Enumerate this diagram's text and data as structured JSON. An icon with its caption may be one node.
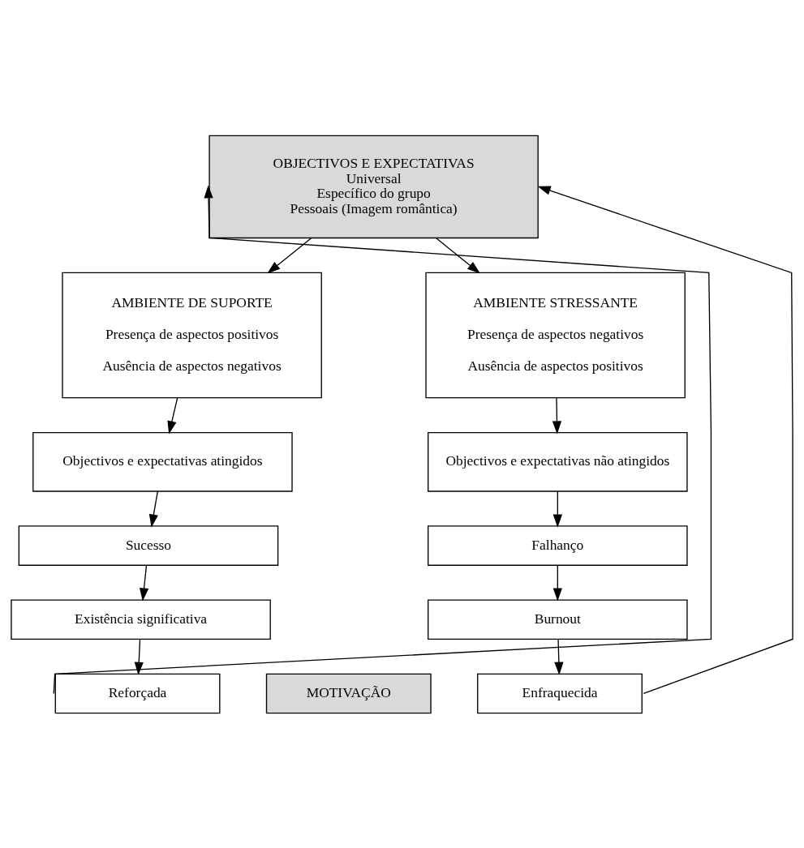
{
  "diagram": {
    "nodes": [
      {
        "text": [
          "OBJECTIVOS E EXPECTATIVAS",
          "Universal",
          "Específico do grupo",
          "Pessoais (Imagem romântica)"
        ]
      },
      {
        "text": [
          "AMBIENTE DE SUPORTE",
          "Presença de aspectos positivos",
          "Ausência de aspectos negativos"
        ]
      },
      {
        "text": [
          "AMBIENTE STRESSANTE",
          "Presença de aspectos negativos",
          "Ausência de aspectos positivos"
        ]
      },
      {
        "text": [
          "Objectivos e expectativas atingidos"
        ]
      },
      {
        "text": [
          "Objectivos e expectativas não atingidos"
        ]
      },
      {
        "text": [
          "Sucesso"
        ]
      },
      {
        "text": [
          "Falhanço"
        ]
      },
      {
        "text": [
          "Existência significativa"
        ]
      },
      {
        "text": [
          "Burnout"
        ]
      },
      {
        "text": [
          "Reforçada"
        ]
      },
      {
        "text": [
          "MOTIVAÇÃO"
        ]
      },
      {
        "text": [
          "Enfraquecida"
        ]
      }
    ],
    "edges": [
      {
        "from": 0,
        "to": 1,
        "arrow": "to"
      },
      {
        "from": 0,
        "to": 2,
        "arrow": "to"
      },
      {
        "from": 1,
        "to": 3,
        "arrow": "to"
      },
      {
        "from": 2,
        "to": 4,
        "arrow": "to"
      },
      {
        "from": 3,
        "to": 5,
        "arrow": "to"
      },
      {
        "from": 4,
        "to": 6,
        "arrow": "to"
      },
      {
        "from": 5,
        "to": 7,
        "arrow": "to"
      },
      {
        "from": 6,
        "to": 8,
        "arrow": "to"
      },
      {
        "from": 7,
        "to": 9,
        "arrow": "to"
      },
      {
        "from": 8,
        "to": 11,
        "arrow": "to"
      },
      {
        "from": 9,
        "to": 0,
        "arrow": "to"
      },
      {
        "from": 11,
        "to": 0,
        "arrow": "to"
      }
    ]
  }
}
